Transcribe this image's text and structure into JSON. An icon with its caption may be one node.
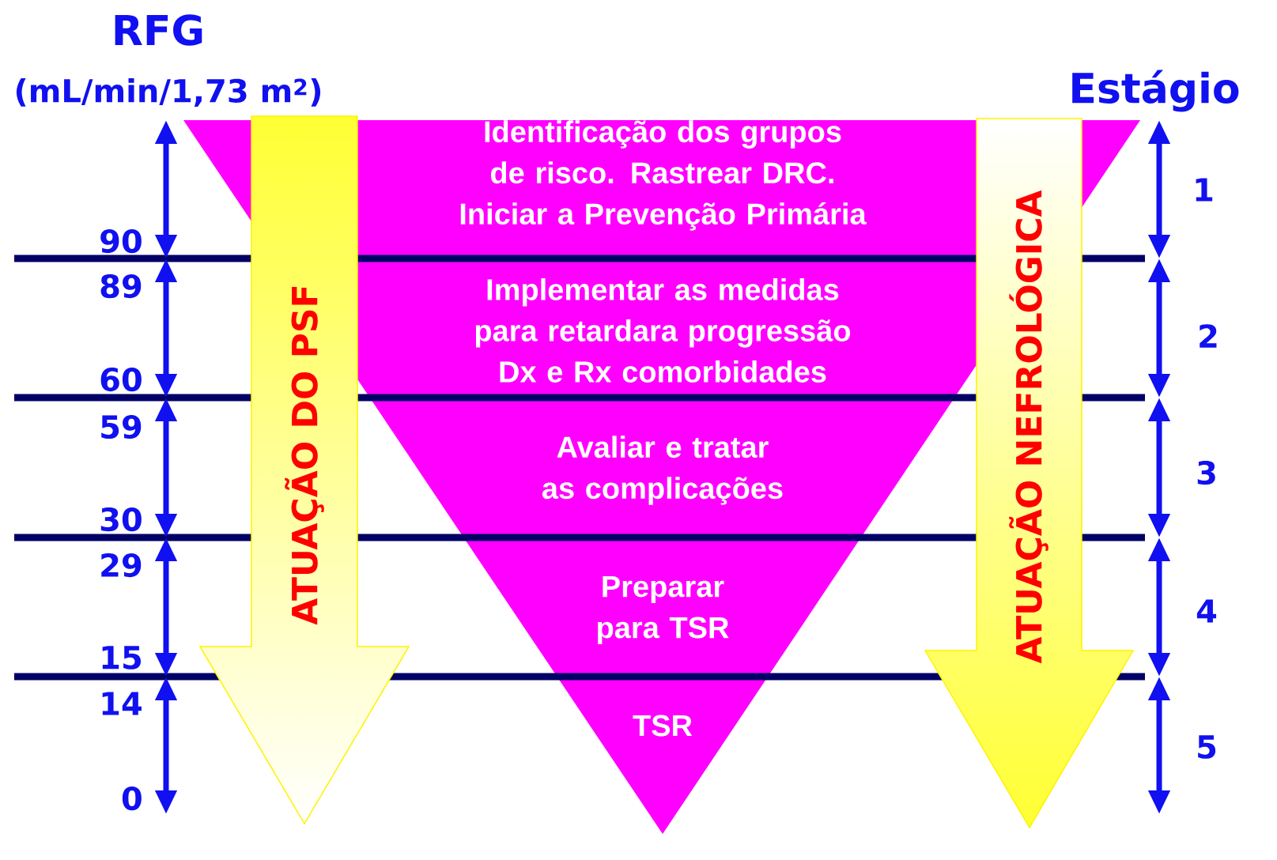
{
  "diagram": {
    "nodes": [
      {
        "text": [
          "Identificação dos grupos de risco. Rastrear DRC. Iniciar a Prevenção Primária"
        ]
      },
      {
        "text": [
          "Implementar as medidas para retardara progressão Dx e Rx comorbidades"
        ]
      },
      {
        "text": [
          "Avaliar e tratar as complicações"
        ]
      },
      {
        "text": [
          "Preparar para TSR"
        ]
      },
      {
        "text": [
          "TSR"
        ]
      },
      {
        "text": [
          "ATUAÇÃO DO PSF"
        ]
      },
      {
        "text": [
          "ATUAÇÃO NEFROLÓGICA"
        ]
      }
    ],
    "labels": [
      "RFG",
      "(mL/min/1,73 m$^{2}$)",
      "Estágio",
      "90",
      "89",
      "60",
      "59",
      "30",
      "29",
      "15",
      "14",
      "0",
      "1",
      "2",
      "3",
      "4",
      "5"
    ]
  }
}
